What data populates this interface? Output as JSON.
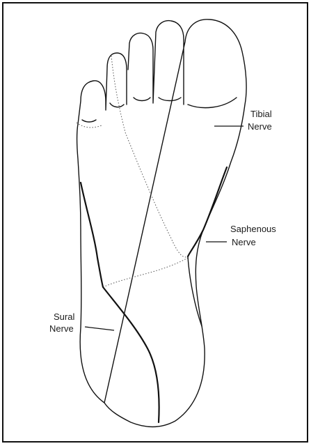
{
  "diagram": {
    "labels": {
      "tibial_line1": "Tibial",
      "tibial_line2": "Nerve",
      "saphenous_line1": "Saphenous",
      "saphenous_line2": "Nerve",
      "sural_line1": "Sural",
      "sural_line2": "Nerve"
    }
  }
}
